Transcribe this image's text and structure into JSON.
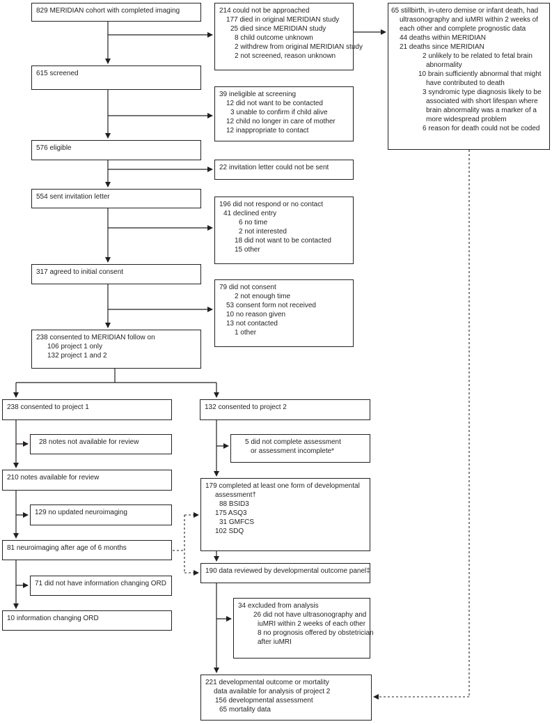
{
  "left_boxes": {
    "cohort": {
      "title": "829 MERIDIAN cohort with completed imaging"
    },
    "screened": {
      "title": "615 screened"
    },
    "eligible": {
      "title": "576 eligible"
    },
    "sent": {
      "title": "554 sent invitation letter"
    },
    "agreed": {
      "title": "317 agreed to initial consent"
    },
    "consented": {
      "title": "238 consented to MERIDIAN follow on",
      "lines": [
        "106 project 1 only",
        "132 project 1 and 2"
      ]
    }
  },
  "exclusions": {
    "not_approached": {
      "title": "214 could not be approached",
      "lines": [
        "177 died in original MERIDIAN study",
        "25 died since MERIDIAN study",
        "8 child outcome unknown",
        "2 withdrew from original MERIDIAN study",
        "2 not screened, reason unknown"
      ]
    },
    "ineligible": {
      "title": "39 ineligible at screening",
      "lines": [
        "12 did not want to be contacted",
        "3 unable to confirm if child alive",
        "12 child no longer in care of mother",
        "12 inappropriate to contact"
      ]
    },
    "no_letter": {
      "title": "22 invitation letter could not be sent"
    },
    "no_response": {
      "title": "196 did not respond or no contact",
      "sub": "41 declined entry",
      "subsub": [
        "6 no time",
        "2 not interested",
        "18 did not want to be contacted"
      ],
      "last": "15 other"
    },
    "no_consent": {
      "title": "79 did not consent",
      "lines": [
        "2 not enough time",
        "53 consent form not received",
        "10 no reason given",
        "13 not contacted",
        "1 other"
      ]
    }
  },
  "stillbirth": {
    "title_lines": [
      "65 stillbirth, in-utero demise or infant death, had",
      "ultrasonography and iuMRI within 2 weeks of",
      "each other and complete prognostic data"
    ],
    "within": "44 deaths within MERIDIAN",
    "since": "21 deaths since MERIDIAN",
    "reasons": [
      [
        "2 unlikely to be related to fetal brain",
        "abnormality"
      ],
      [
        "10 brain sufficiently abnormal that might",
        "have contributed to death"
      ],
      [
        "3 syndromic type diagnosis likely to be",
        "associated with short lifespan where",
        "brain abnormality was a marker of a",
        "more widespread problem"
      ],
      [
        "6 reason for death could not be coded"
      ]
    ]
  },
  "project1": {
    "consented": "238 consented to project 1",
    "notes_na": "28 notes not available for review",
    "notes_avail": "210 notes available for review",
    "no_neuro": "129 no updated neuroimaging",
    "neuro": "81 neuroimaging after age of 6 months",
    "no_change": "71 did not have information changing ORD",
    "change": "10 information changing ORD"
  },
  "project2": {
    "consented": "132 consented to project 2",
    "incomplete": [
      "5 did not complete assessment",
      "or assessment incomplete*"
    ],
    "completed": {
      "title_lines": [
        "179 completed at least one form of developmental",
        "assessment†"
      ],
      "items": [
        "88 BSID3",
        "175 ASQ3",
        "31 GMFCS",
        "102 SDQ"
      ]
    },
    "reviewed": "190 data reviewed by developmental outcome panel‡",
    "excluded": {
      "title": "34 excluded from analysis",
      "reasons": [
        [
          "26 did not have ultrasonography and",
          "iuMRI within 2 weeks of each other"
        ],
        [
          "8 no prognosis offered by obstetrician",
          "after iuMRI"
        ]
      ]
    },
    "final": {
      "title_lines": [
        "221 developmental outcome or mortality",
        "data available for analysis of project 2"
      ],
      "items": [
        "156 developmental assessment",
        "65 mortality data"
      ]
    }
  }
}
